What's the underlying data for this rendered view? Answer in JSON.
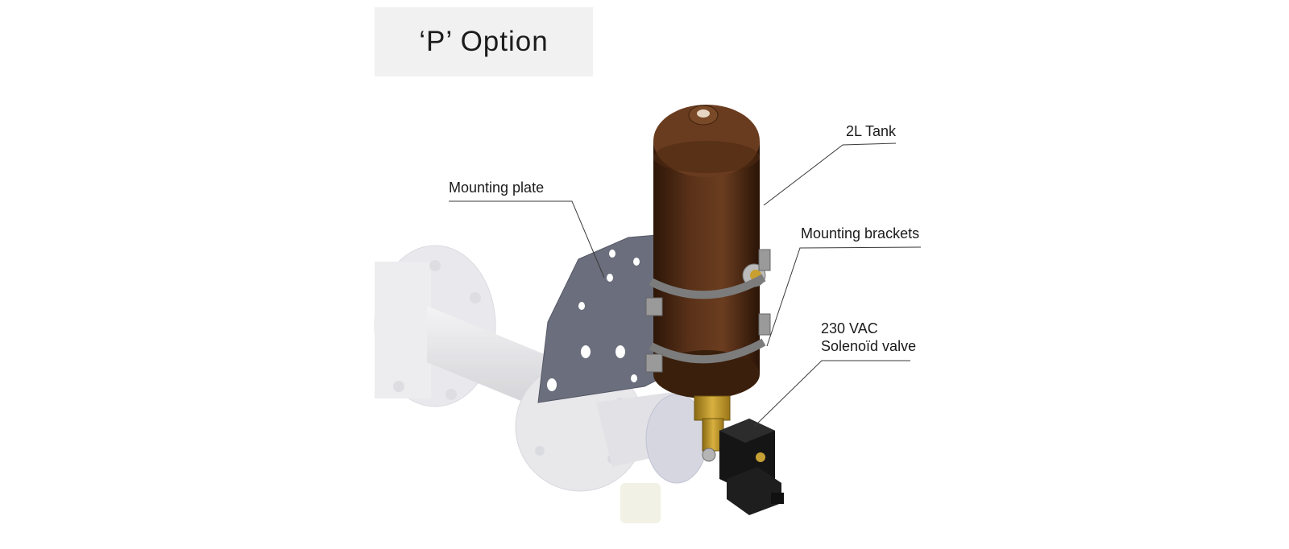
{
  "title": "‘P’ Option",
  "labels": {
    "tank": "2L Tank",
    "mounting_plate": "Mounting plate",
    "mounting_brackets": "Mounting brackets",
    "valve_line1": "230 VAC",
    "valve_line2": "Solenoïd valve"
  },
  "colors": {
    "tank": "#4a2a16",
    "plate": "#6b6e7c",
    "bracket": "#8a8a8a",
    "brass": "#c8a030",
    "valve": "#1a1a1a",
    "ghost": "#e3e3e6",
    "leader": "#3a3a3a"
  }
}
